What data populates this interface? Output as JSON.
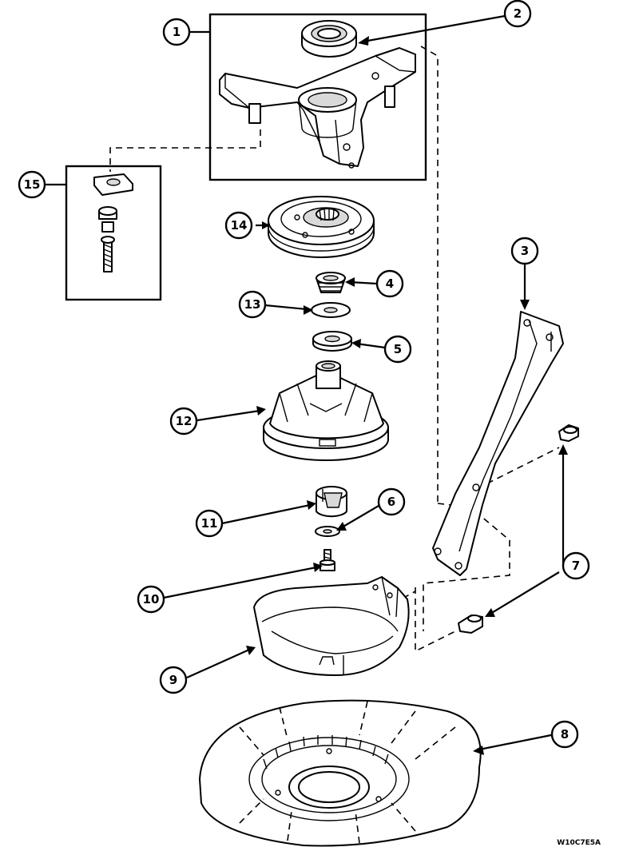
{
  "header_fragment": "",
  "drawing_code": "W10C7E5A",
  "callouts": [
    {
      "id": "c1",
      "label": "1"
    },
    {
      "id": "c2",
      "label": "2"
    },
    {
      "id": "c3",
      "label": "3"
    },
    {
      "id": "c4",
      "label": "4"
    },
    {
      "id": "c5",
      "label": "5"
    },
    {
      "id": "c6",
      "label": "6"
    },
    {
      "id": "c7",
      "label": "7"
    },
    {
      "id": "c8",
      "label": "8"
    },
    {
      "id": "c9",
      "label": "9"
    },
    {
      "id": "c10",
      "label": "10"
    },
    {
      "id": "c11",
      "label": "11"
    },
    {
      "id": "c12",
      "label": "12"
    },
    {
      "id": "c13",
      "label": "13"
    },
    {
      "id": "c14",
      "label": "14"
    },
    {
      "id": "c15",
      "label": "15"
    }
  ]
}
